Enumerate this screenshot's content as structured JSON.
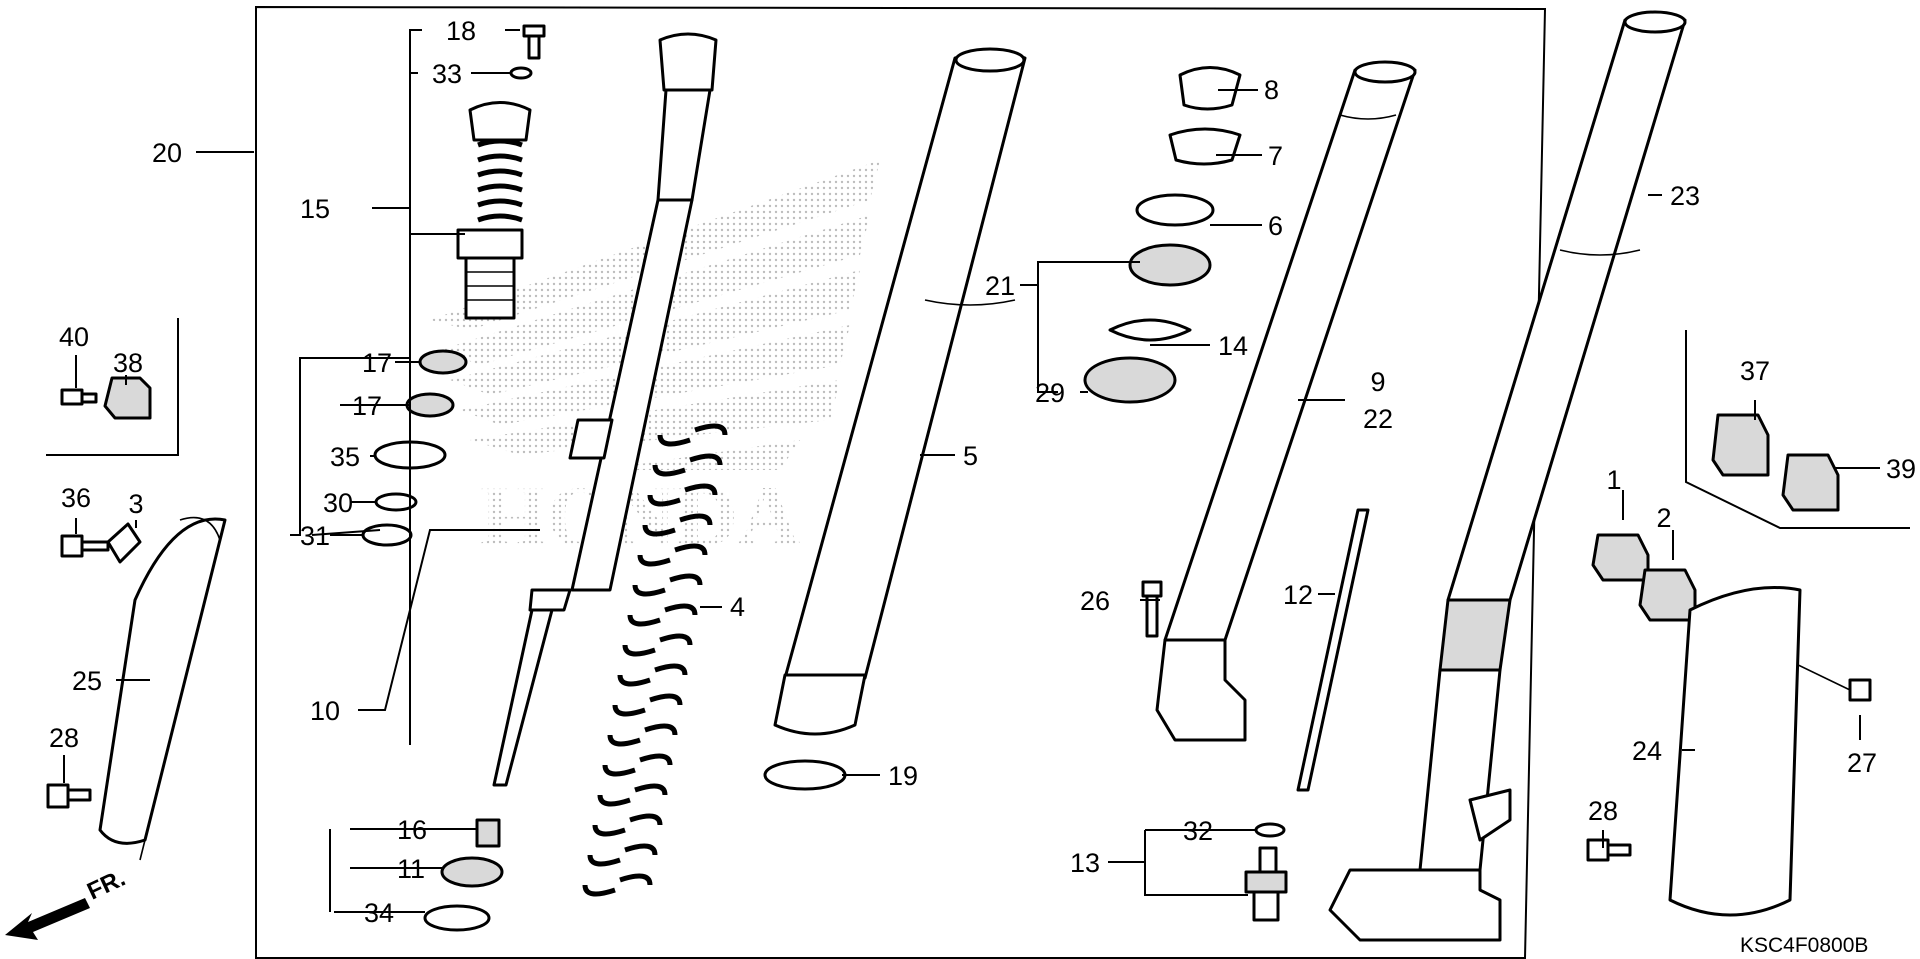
{
  "diagram": {
    "code": "KSC4F0800B",
    "watermark": "HONDA",
    "direction_label": "FR.",
    "callouts": [
      "1",
      "2",
      "3",
      "4",
      "5",
      "6",
      "7",
      "8",
      "9",
      "10",
      "11",
      "12",
      "13",
      "14",
      "15",
      "16",
      "17",
      "17",
      "18",
      "19",
      "20",
      "21",
      "22",
      "23",
      "24",
      "25",
      "26",
      "27",
      "28",
      "28",
      "29",
      "30",
      "31",
      "32",
      "33",
      "34",
      "35",
      "36",
      "37",
      "38",
      "39",
      "40"
    ]
  },
  "colors": {
    "ink": "#000000",
    "background": "#ffffff",
    "watermark": "#cfcfcf"
  }
}
